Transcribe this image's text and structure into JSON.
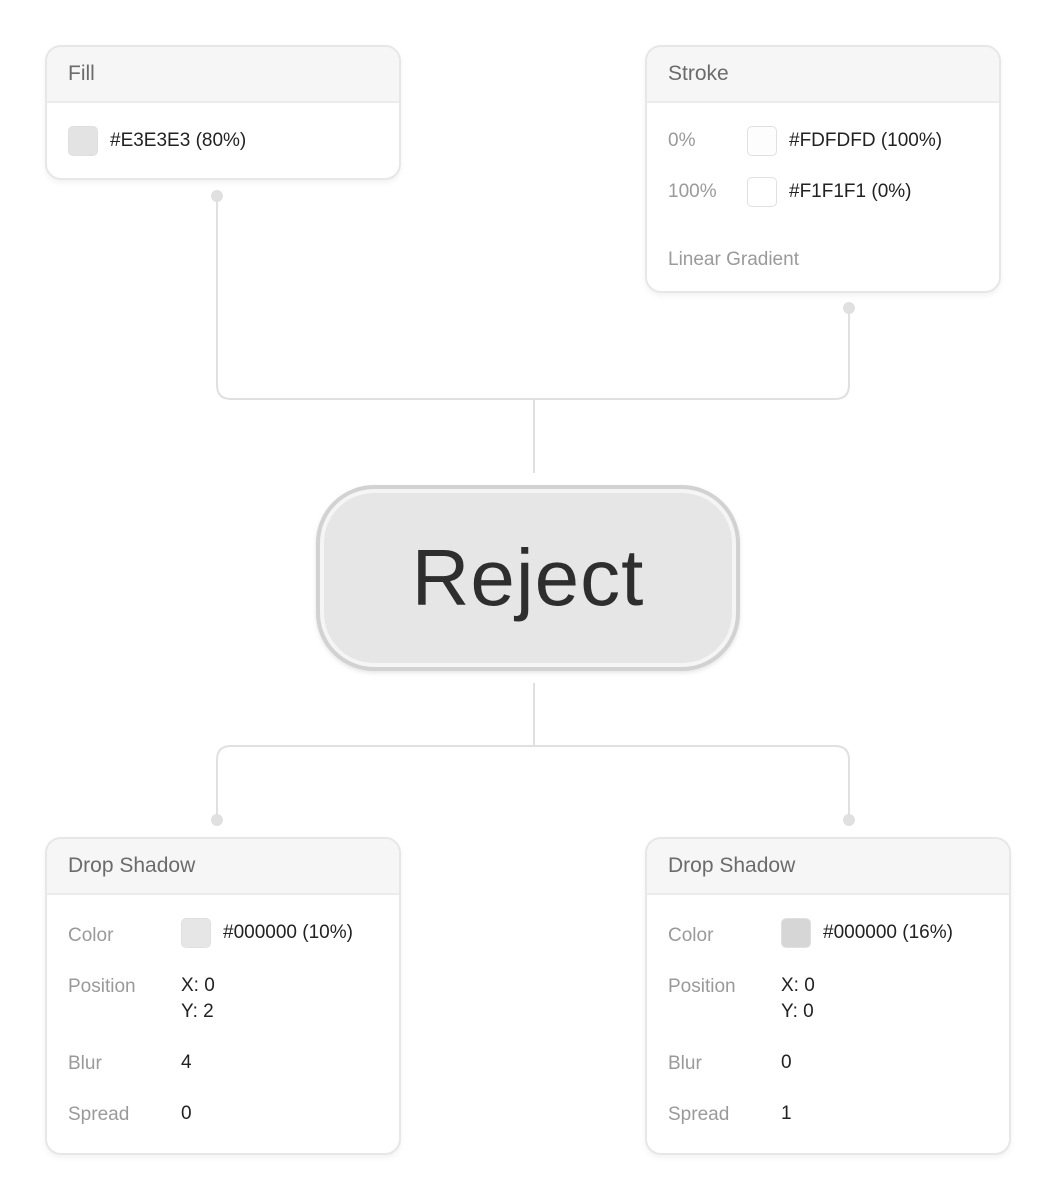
{
  "button": {
    "label": "Reject",
    "fill_color": "#E6E6E6",
    "border_color": "#D2D2D2"
  },
  "fill_card": {
    "title": "Fill",
    "value": "#E3E3E3 (80%)",
    "swatch_color": "#E3E3E3"
  },
  "stroke_card": {
    "title": "Stroke",
    "stops": [
      {
        "position": "0%",
        "value": "#FDFDFD (100%)",
        "swatch_color": "#FDFDFD"
      },
      {
        "position": "100%",
        "value": "#F1F1F1 (0%)",
        "swatch_color": "#FFFFFF"
      }
    ],
    "type": "Linear Gradient"
  },
  "shadow_cards": [
    {
      "title": "Drop Shadow",
      "color_label": "Color",
      "color_value": "#000000 (10%)",
      "swatch_color": "#E6E6E6",
      "position_label": "Position",
      "x": "X: 0",
      "y": "Y: 2",
      "blur_label": "Blur",
      "blur": "4",
      "spread_label": "Spread",
      "spread": "0"
    },
    {
      "title": "Drop Shadow",
      "color_label": "Color",
      "color_value": "#000000 (16%)",
      "swatch_color": "#D6D6D6",
      "position_label": "Position",
      "x": "X: 0",
      "y": "Y: 0",
      "blur_label": "Blur",
      "blur": "0",
      "spread_label": "Spread",
      "spread": "1"
    }
  ],
  "connector_color": "#E0E0E0"
}
